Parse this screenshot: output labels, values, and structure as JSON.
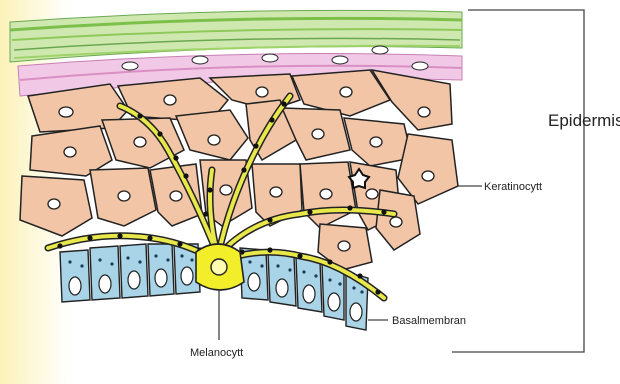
{
  "labels": {
    "epidermis": "Epidermis",
    "keratinocyte": "Keratinocytt",
    "basal_membrane": "Basalmembran",
    "melanocyte": "Melanocytt"
  },
  "colors": {
    "background_band": "#fbf2b8",
    "stratum_corneum_green": "#8fc95a",
    "granular_pink": "#d98fc4",
    "keratinocyte_fill": "#f1c5a6",
    "cell_outline": "#222222",
    "basal_cell_blue": "#a9d3e6",
    "melanocyte_yellow": "#f2ef2a",
    "dendrite_yellow": "#e8e84a",
    "melanin_dot": "#111111"
  }
}
